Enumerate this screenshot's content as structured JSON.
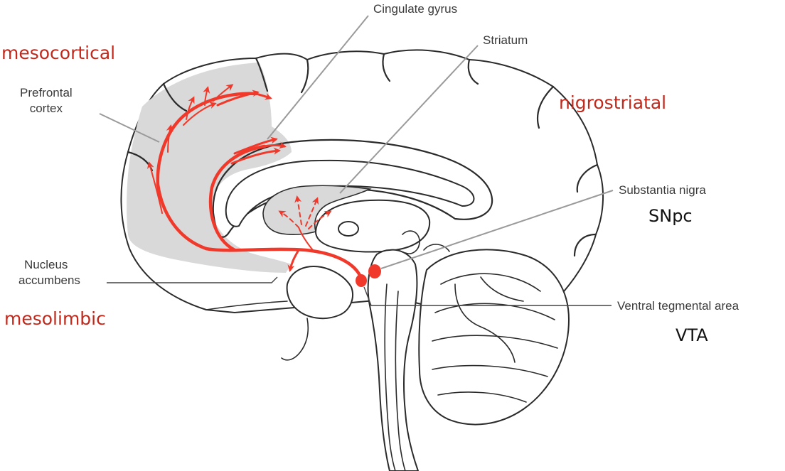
{
  "colors": {
    "pathway_text": "#c0291c",
    "dopamine_red": "#f0392b",
    "shaded_region": "#d9d9d9",
    "outline": "#2b2b2b",
    "leader_line": "#9a9a9a"
  },
  "pathways": {
    "mesocortical": "mesocortical",
    "mesolimbic": "mesolimbic",
    "nigrostriatal": "nigrostriatal"
  },
  "labels": {
    "cingulate_gyrus": "Cingulate gyrus",
    "striatum": "Striatum",
    "prefrontal_cortex_line1": "Prefrontal",
    "prefrontal_cortex_line2": "cortex",
    "nucleus_accumbens_line1": "Nucleus",
    "nucleus_accumbens_line2": "accumbens",
    "substantia_nigra": "Substantia nigra",
    "ventral_tegmental_area": "Ventral tegmental area"
  },
  "abbreviations": {
    "snpc": "SNpc",
    "vta": "VTA"
  }
}
